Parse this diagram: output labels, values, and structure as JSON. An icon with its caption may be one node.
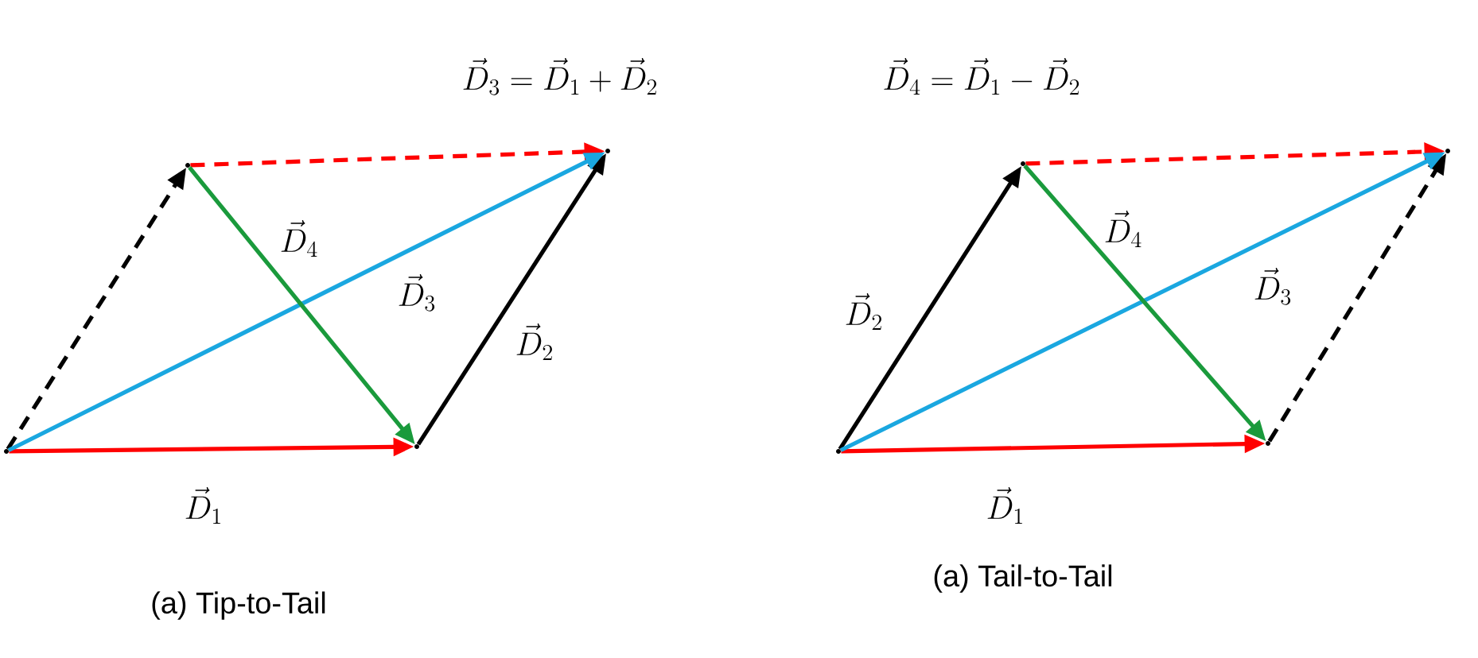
{
  "diagram": {
    "nodes": [
      {
        "text": [],
        "shape": "point"
      },
      {
        "text": [],
        "shape": "point"
      },
      {
        "text": [],
        "shape": "point"
      },
      {
        "text": [],
        "shape": "point"
      },
      {
        "text": [],
        "shape": "point"
      },
      {
        "text": [],
        "shape": "point"
      },
      {
        "text": [],
        "shape": "point"
      },
      {
        "text": [],
        "shape": "point"
      }
    ],
    "edges": [
      {
        "from": 0,
        "to": 1,
        "arrow": "to",
        "label": "\\vec{D}_1",
        "color": "#ff0000"
      },
      {
        "from": 1,
        "to": 3,
        "arrow": "to",
        "label": "\\vec{D}_2",
        "color": "#000000"
      },
      {
        "from": 2,
        "to": 3,
        "arrow": "to",
        "style": "dashed",
        "color": "#ff0000"
      },
      {
        "from": 0,
        "to": 2,
        "arrow": "to",
        "style": "dashed",
        "color": "#000000"
      },
      {
        "from": 0,
        "to": 3,
        "arrow": "to",
        "label": "\\vec{D}_3",
        "color": "#1aa7e0"
      },
      {
        "from": 2,
        "to": 1,
        "arrow": "to",
        "label": "\\vec{D}_4",
        "color": "#1a9a3c"
      },
      {
        "from": 4,
        "to": 5,
        "arrow": "to",
        "label": "\\vec{D}_1",
        "color": "#ff0000"
      },
      {
        "from": 4,
        "to": 6,
        "arrow": "to",
        "label": "\\vec{D}_2",
        "color": "#000000"
      },
      {
        "from": 6,
        "to": 7,
        "arrow": "to",
        "style": "dashed",
        "color": "#ff0000"
      },
      {
        "from": 5,
        "to": 7,
        "arrow": "to",
        "style": "dashed",
        "color": "#000000"
      },
      {
        "from": 4,
        "to": 7,
        "arrow": "to",
        "label": "\\vec{D}_3",
        "color": "#1aa7e0"
      },
      {
        "from": 6,
        "to": 5,
        "arrow": "to",
        "label": "\\vec{D}_4",
        "color": "#1a9a3c"
      }
    ],
    "labels": [
      "\\vec{D}_3 = \\vec{D}_1 + \\vec{D}_2",
      "\\vec{D}_4 = \\vec{D}_1 - \\vec{D}_2",
      "(a) Tip-to-Tail",
      "(a) Tail-to-Tail"
    ]
  }
}
